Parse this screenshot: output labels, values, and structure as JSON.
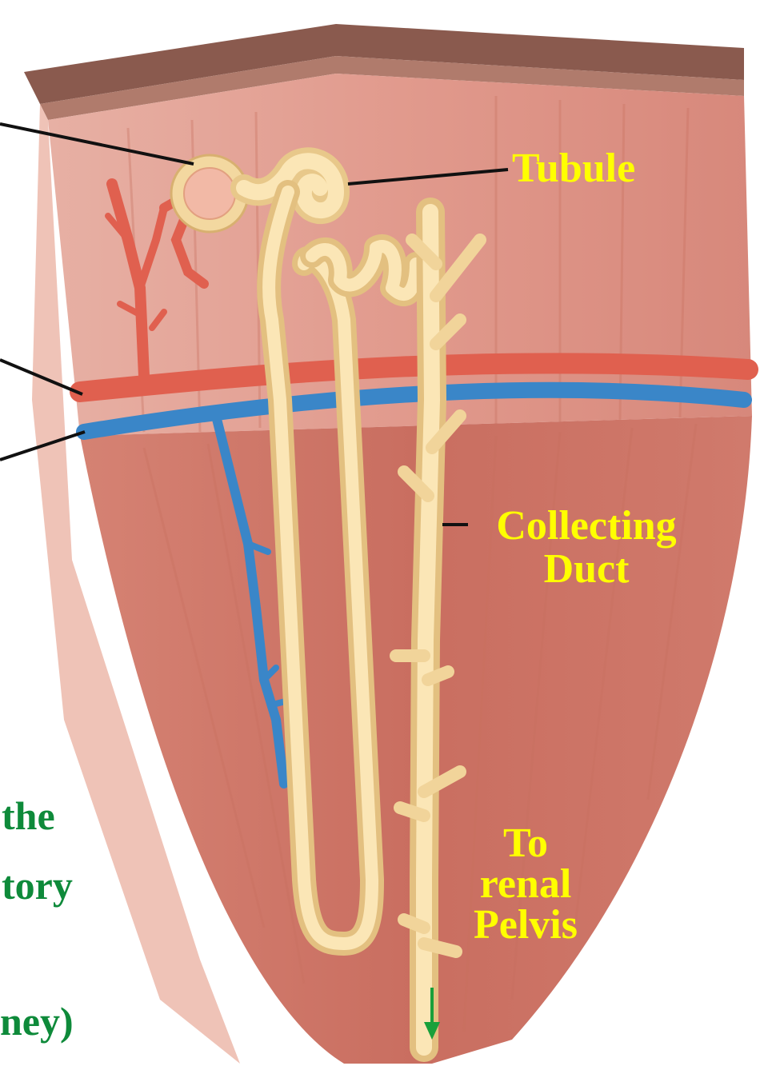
{
  "labels": {
    "tubule": "Tubule",
    "collecting_1": "Collecting",
    "collecting_2": "Duct",
    "to": "To",
    "renal": "renal",
    "pelvis": "Pelvis"
  },
  "side_text": {
    "line1": "the",
    "line2": "tory",
    "line3": "ney)"
  },
  "colors": {
    "label": "#ffff00",
    "side_text": "#0e8a3a",
    "tissue": "#d9857a",
    "artery": "#e0604f",
    "vein": "#3a86c8",
    "tubule": "#f3d8a0",
    "capsule_top": "#8a5a4e"
  }
}
